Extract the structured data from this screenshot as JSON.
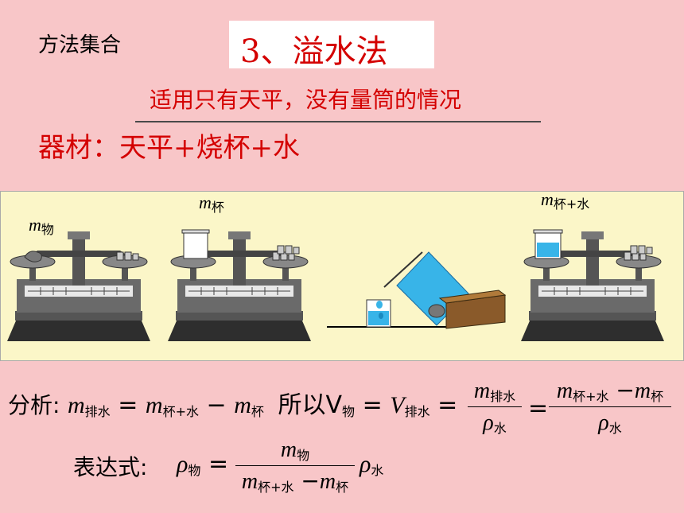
{
  "header": {
    "section": "方法集合",
    "method_title": "3、溢水法"
  },
  "subtitle": "适用只有天平，没有量筒的情况",
  "materials": "器材：天平+烧杯+水",
  "illustration": {
    "label_object": "m",
    "label_object_sub": "物",
    "label_cup": "m",
    "label_cup_sub": "杯",
    "label_cup_water": "m",
    "label_cup_water_sub": "杯+水"
  },
  "analysis": {
    "prefix": "分析:",
    "m": "m",
    "eq": "=",
    "minus": "−",
    "sub_pai_shui": "排水",
    "sub_bei_shui": "杯+水",
    "sub_bei": "杯",
    "so_text": "所以V",
    "sub_wu": "物",
    "V": "V",
    "rho": "ρ",
    "sub_shui": "水"
  },
  "expression": {
    "label": "表达式:",
    "rho": "ρ",
    "sub_wu": "物",
    "eq": "=",
    "m": "m",
    "minus": "−",
    "sub_bei_shui": "杯+水",
    "sub_bei": "杯",
    "sub_shui": "水"
  },
  "colors": {
    "background": "#f8c6c8",
    "title_red": "#d40000",
    "panel": "#fbf6c8",
    "water": "#38b4e8"
  }
}
